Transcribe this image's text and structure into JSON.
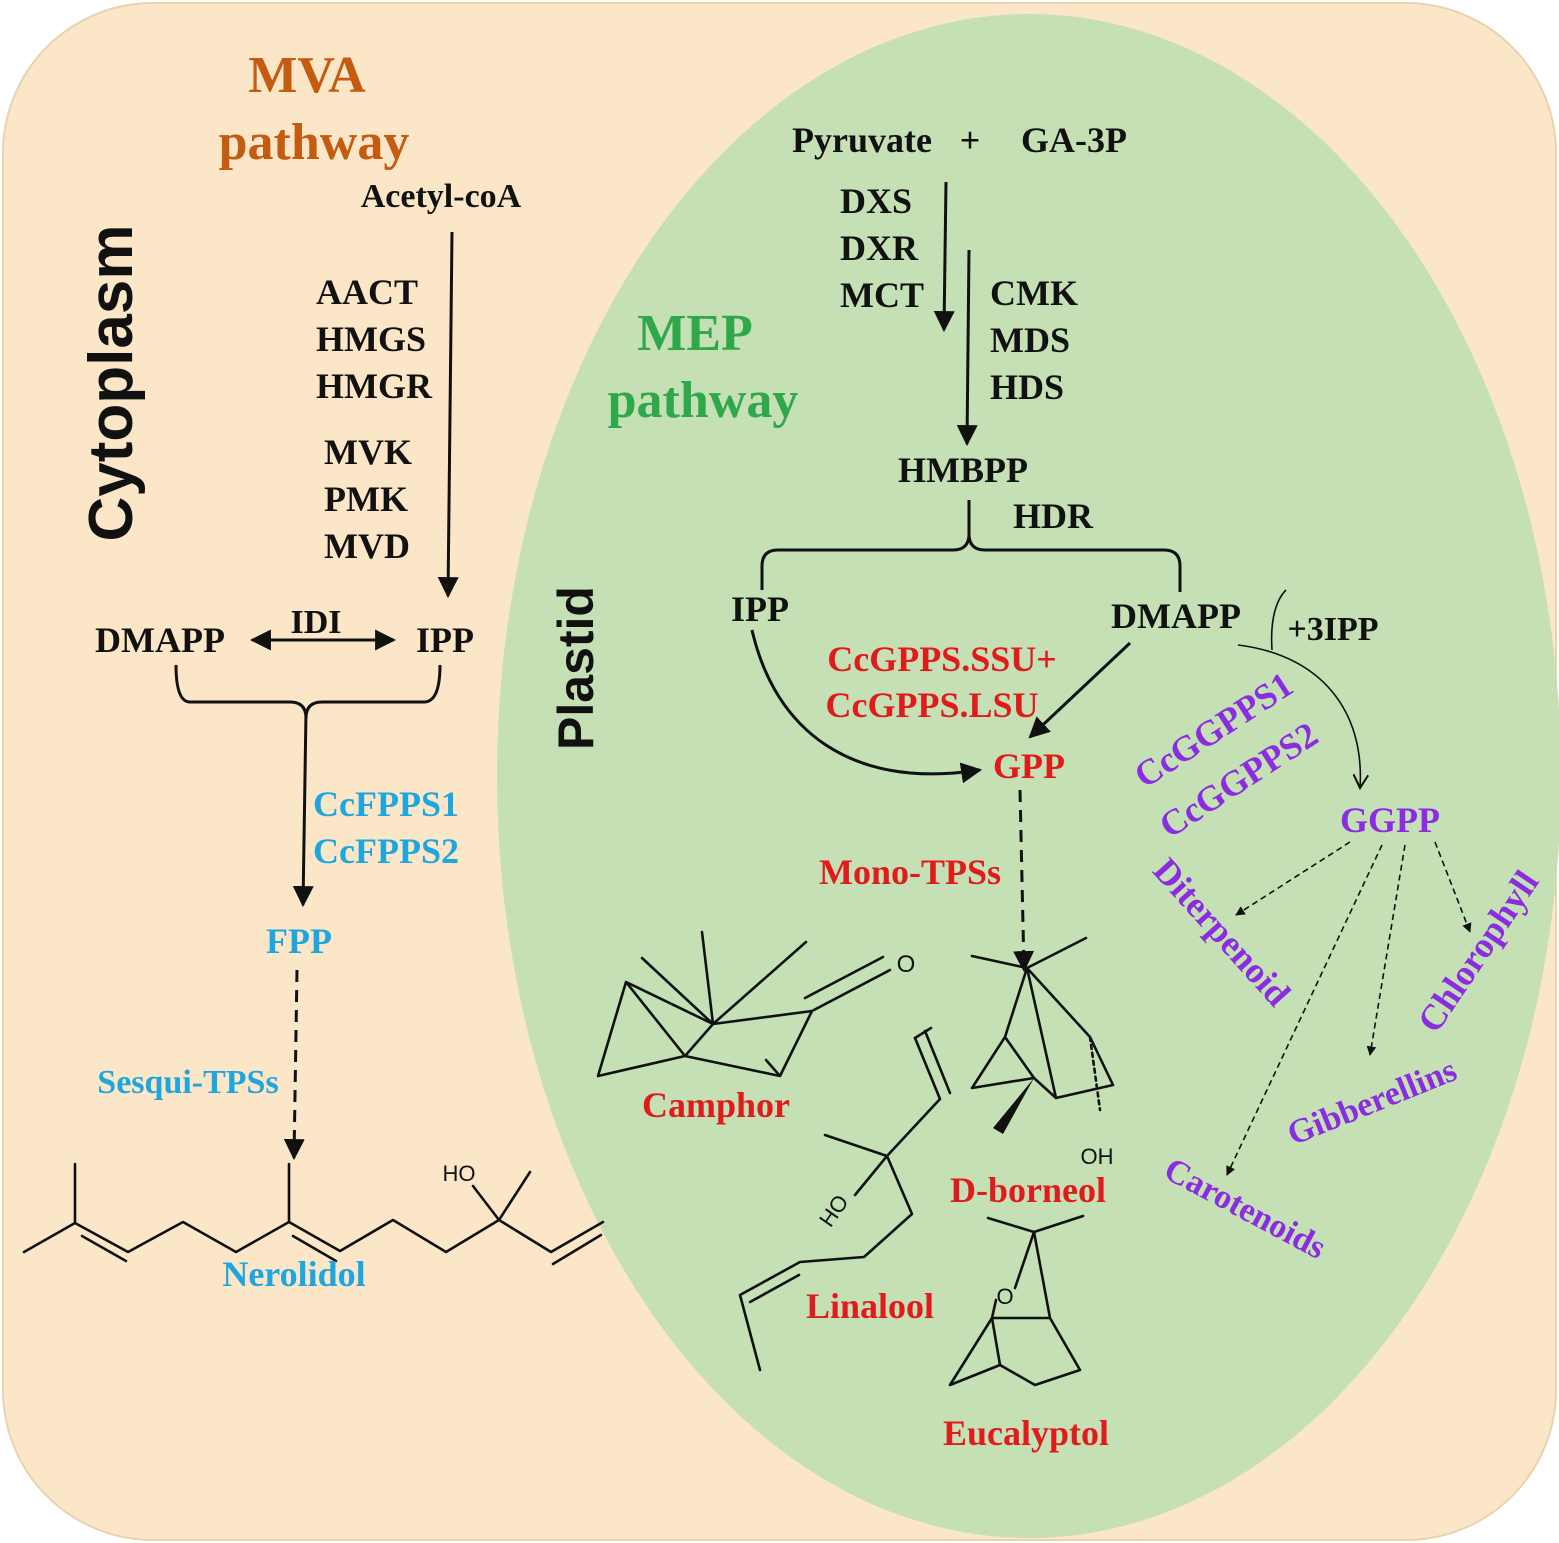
{
  "colors": {
    "cytoplasm_bg": "#fbe7c8",
    "plastid_bg": "#c4e0b4",
    "mva_title": "#c55a11",
    "mep_title": "#2ea84a",
    "mva_enzyme_blue": "#1ea6e0",
    "mono_red": "#e01b1b",
    "purple": "#8b2be2",
    "ink": "#111111"
  },
  "compartments": {
    "cytoplasm": "Cytoplasm",
    "plastid": "Plastid"
  },
  "mva": {
    "title_line1": "MVA",
    "title_line2": "pathway",
    "acetyl_coa": "Acetyl-coA",
    "enzymes_top": [
      "AACT",
      "HMGS",
      "HMGR"
    ],
    "enzymes_bottom": [
      "MVK",
      "PMK",
      "MVD"
    ],
    "dmapp": "DMAPP",
    "idi": "IDI",
    "ipp": "IPP",
    "fpps1": "CcFPPS1",
    "fpps2": "CcFPPS2",
    "fpp": "FPP",
    "sesqui_tps": "Sesqui-TPSs",
    "nerolidol": "Nerolidol",
    "nerolidol_oh": "HO"
  },
  "mep": {
    "title_line1": "MEP",
    "title_line2": "pathway",
    "pyruvate": "Pyruvate",
    "plus": "+",
    "ga3p": "GA-3P",
    "enzymes_left": [
      "DXS",
      "DXR",
      "MCT"
    ],
    "enzymes_right": [
      "CMK",
      "MDS",
      "HDS"
    ],
    "hmbpp": "HMBPP",
    "hdr": "HDR",
    "ipp": "IPP",
    "dmapp": "DMAPP",
    "plus3ipp": "+3IPP",
    "gpps_ssu": "CcGPPS.SSU+",
    "gpps_lsu": "CcGPPS.LSU",
    "gpp": "GPP",
    "mono_tps": "Mono-TPSs",
    "ggpps1": "CcGGPPS1",
    "ggpps2": "CcGGPPS2",
    "ggpp": "GGPP",
    "diterpenoid": "Diterpenoid",
    "chlorophyll": "Chlorophyll",
    "gibberellins": "Gibberellins",
    "carotenoids": "Carotenoids"
  },
  "compounds": {
    "camphor": "Camphor",
    "camphor_o": "O",
    "d_borneol": "D-borneol",
    "borneol_oh": "OH",
    "linalool": "Linalool",
    "linalool_oh": "HO",
    "eucalyptol": "Eucalyptol",
    "eucalyptol_o": "O"
  }
}
